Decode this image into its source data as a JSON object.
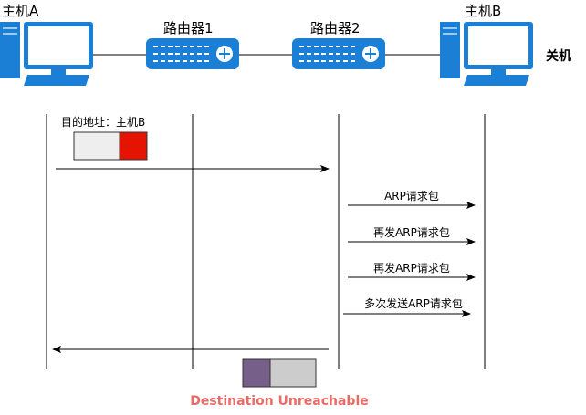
{
  "nodes": {
    "host_a": "主机A",
    "router_1": "路由器1",
    "router_2": "路由器2",
    "host_b": "主机B",
    "host_b_status": "关机"
  },
  "packet": {
    "dest_label": "目的地址：主机B"
  },
  "messages": {
    "arp_request": "ARP请求包",
    "arp_resend_1": "再发ARP请求包",
    "arp_resend_2": "再发ARP请求包",
    "arp_multi": "多次发送ARP请求包"
  },
  "result": {
    "error_text": "Destination Unreachable",
    "error_color": "#ea6b66"
  },
  "colors": {
    "device_blue": "#1b7fd6",
    "packet_red": "#e51400",
    "packet_purple": "#76608a",
    "packet_gray": "#cccccc",
    "packet_light": "#eeeeee"
  }
}
